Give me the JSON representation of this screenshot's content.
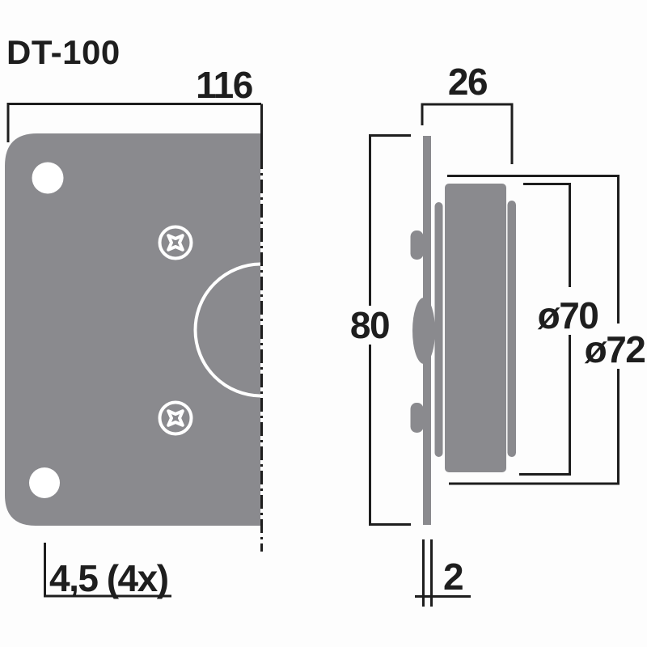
{
  "title": "DT-100",
  "front_view": {
    "width_mm": "116",
    "mounting_holes": "4,5 (4x)"
  },
  "side_view": {
    "depth_mm": "26",
    "height_mm": "80",
    "dome_diameter": "ø70",
    "flange_diameter": "ø72",
    "plate_thickness_mm": "2"
  },
  "colors": {
    "part-gray": "#8a8a8e",
    "line-dark": "#1e1e1e",
    "bg": "#fdfdfd",
    "white": "#ffffff"
  }
}
